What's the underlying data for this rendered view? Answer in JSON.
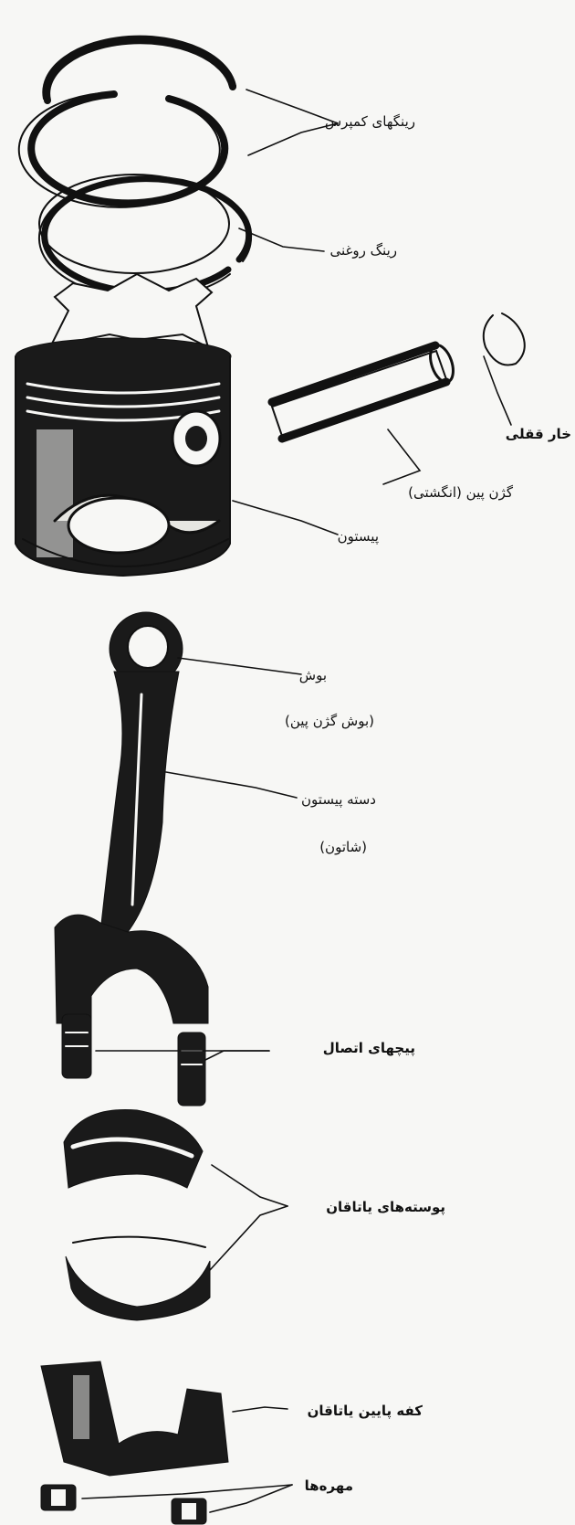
{
  "labels": {
    "compression_rings": "رینگهای کمپرس",
    "oil_ring": "رینگ روغنی",
    "circlip": "خار ققلی",
    "gudgeon_pin": "گژن پین (انگشتی)",
    "piston": "پیستون",
    "bushing": "بوش",
    "bushing_sub": "(بوش گژن پین)",
    "connecting_rod": "دسته پیستون",
    "connecting_rod_sub": "(شاتون)",
    "bolts": "پیچهای اتصال",
    "bearing_shells": "پوسته‌های یاتاقان",
    "bearing_cap": "کفه پایین یاتاقان",
    "nuts": "مهره‌ها"
  },
  "colors": {
    "ink": "#111111",
    "paper": "#f7f7f5"
  }
}
